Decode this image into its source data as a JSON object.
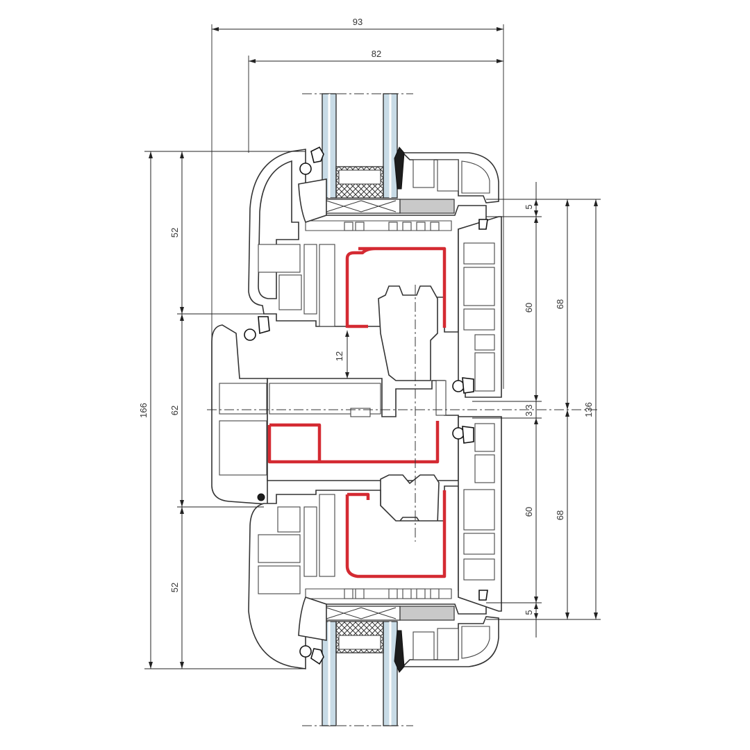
{
  "drawing": {
    "dimensions": {
      "total_width": "93",
      "frame_width": "82",
      "total_height": "166",
      "upper_sash_left": "52",
      "middle_left": "62",
      "lower_sash_left": "52",
      "gap_12": "12",
      "top_offset_right": "5",
      "bottom_offset_right": "5",
      "upper_60": "60",
      "lower_60": "60",
      "upper_68": "68",
      "lower_68": "68",
      "overall_136": "136",
      "center_3a": "3",
      "center_3b": "3"
    },
    "colors": {
      "steel_reinforcement": "#d42a32",
      "glass": "#c8dbe6",
      "profile_outline": "#333333",
      "seal": "#111111",
      "spacer": "#c9c9c9"
    }
  }
}
